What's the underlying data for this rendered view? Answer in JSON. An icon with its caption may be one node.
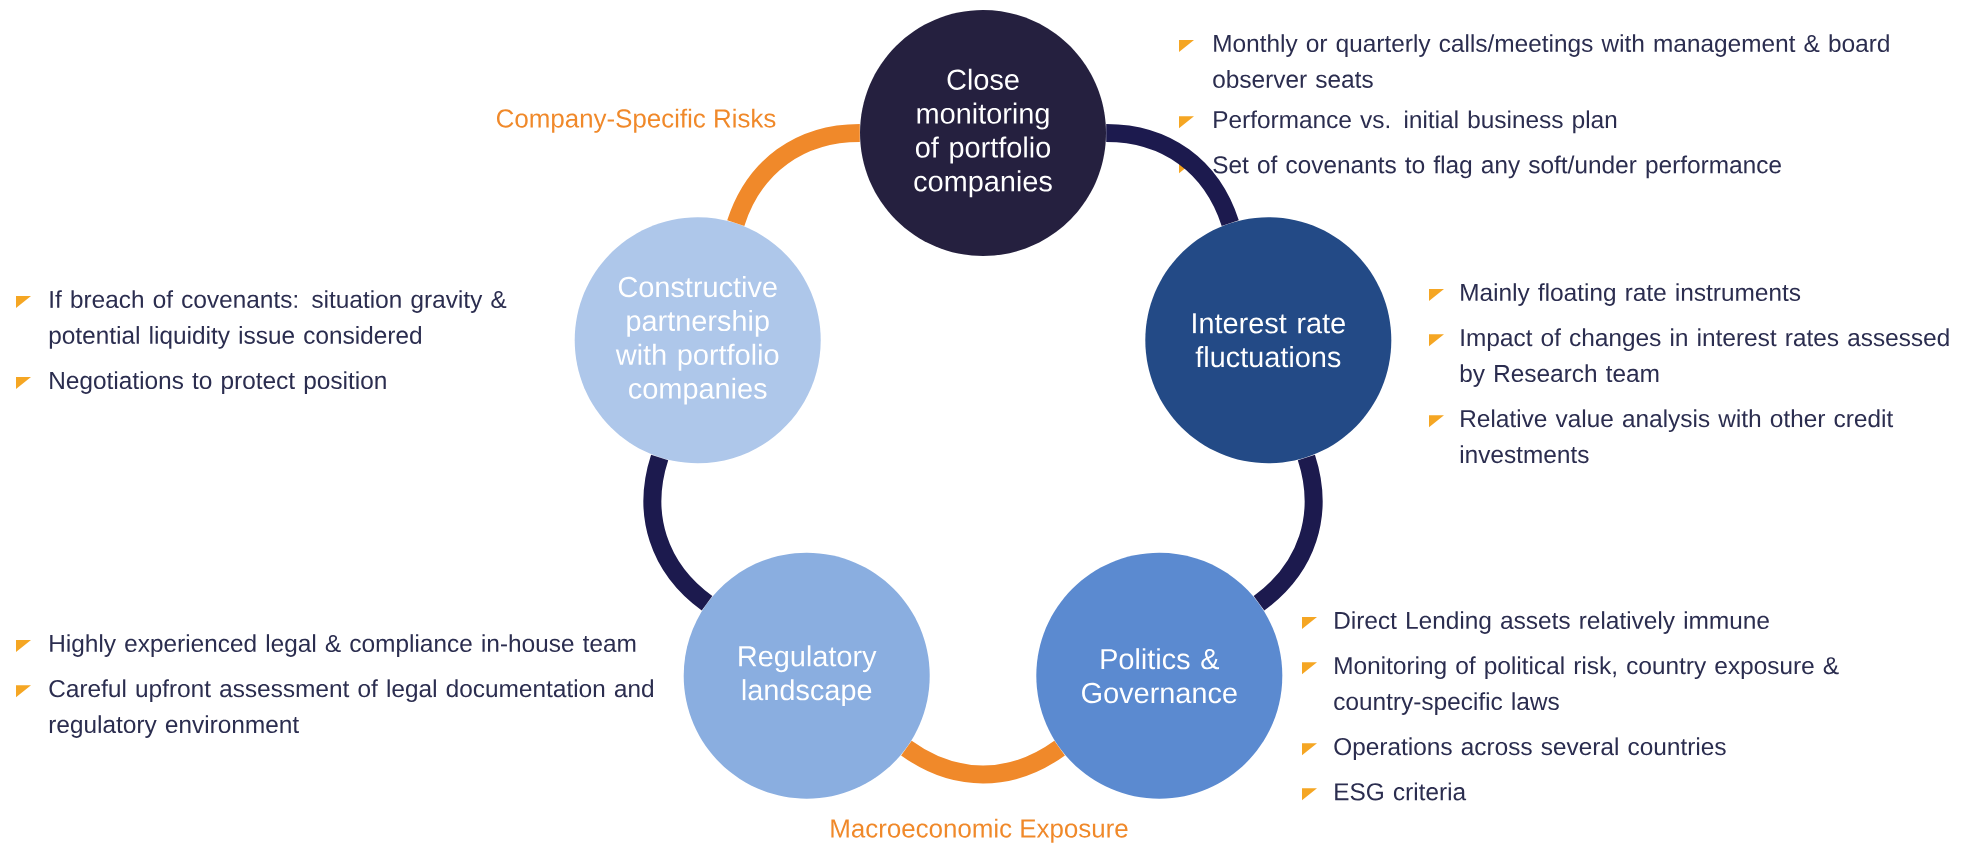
{
  "diagram": {
    "nodes": [
      {
        "text": [
          "Close monitoring of portfolio companies"
        ],
        "beside": [
          "Monthly or quarterly calls/meetings with management & board observer seats",
          "Performance vs. initial business plan",
          "Set of covenants to flag any soft/under performance"
        ]
      },
      {
        "text": [
          "Interest rate fluctuations"
        ],
        "beside": [
          "Mainly floating rate instruments",
          "Impact of changes in interest rates assessed by Research team",
          "Relative value analysis with other credit investments"
        ]
      },
      {
        "text": [
          "Politics & Governance"
        ],
        "beside": [
          "Direct Lending assets relatively immune",
          "Monitoring of political risk, country exposure & country-specific laws",
          "Operations across several countries",
          "ESG criteria"
        ]
      },
      {
        "text": [
          "Regulatory landscape"
        ],
        "beside": [
          "Highly experienced legal & compliance in-house team",
          "Careful upfront assessment of legal documentation and regulatory environment"
        ]
      },
      {
        "text": [
          "Constructive partnership with portfolio companies"
        ],
        "beside": [
          "If breach of covenants: situation gravity & potential liquidity issue considered",
          "Negotiations to protect position"
        ]
      }
    ],
    "edges": [
      {
        "from": 0,
        "to": 1,
        "arrow": "none"
      },
      {
        "from": 1,
        "to": 2,
        "arrow": "none"
      },
      {
        "from": 2,
        "to": 3,
        "arrow": "none",
        "color": "#f0892a"
      },
      {
        "from": 3,
        "to": 4,
        "arrow": "none"
      },
      {
        "from": 4,
        "to": 0,
        "arrow": "none",
        "color": "#f0892a"
      }
    ],
    "labels": [
      "Company-Specific Risks",
      "Macroeconomic Exposure"
    ]
  }
}
